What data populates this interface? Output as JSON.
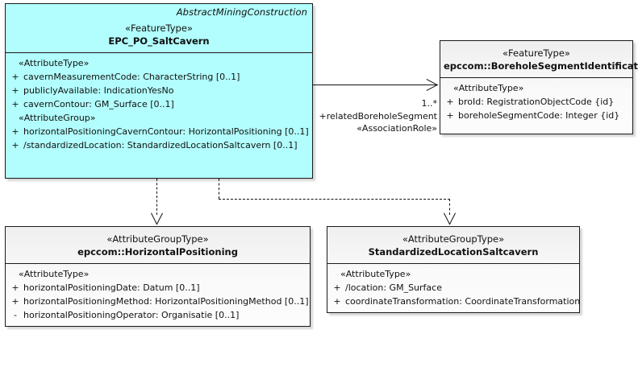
{
  "diagram": {
    "type": "uml-class-diagram",
    "background": "#ffffff",
    "accent_fill": "#b2fdfd",
    "neutral_fill": "#f7f7f7",
    "line_color": "#111111"
  },
  "classes": {
    "salt_cavern": {
      "package_label": "AbstractMiningConstruction",
      "stereotype": "«FeatureType»",
      "name": "EPC_PO_SaltCavern",
      "fill": "#b2fdfd",
      "groups": [
        {
          "label": "«AttributeType»",
          "attributes": [
            {
              "visibility": "+",
              "text": "cavernMeasurementCode: CharacterString [0..1]"
            },
            {
              "visibility": "+",
              "text": "publiclyAvailable: IndicationYesNo"
            },
            {
              "visibility": "+",
              "text": "cavernContour: GM_Surface [0..1]"
            }
          ]
        },
        {
          "label": "«AttributeGroup»",
          "attributes": [
            {
              "visibility": "+",
              "text": "horizontalPositioningCavernContour: HorizontalPositioning [0..1]"
            },
            {
              "visibility": "+",
              "text": "/standardizedLocation: StandardizedLocationSaltcavern [0..1]"
            }
          ]
        }
      ]
    },
    "borehole_segment_identification": {
      "stereotype": "«FeatureType»",
      "name": "epccom::BoreholeSegmentIdentification",
      "fill": "#f7f7f7",
      "groups": [
        {
          "label": "«AttributeType»",
          "attributes": [
            {
              "visibility": "+",
              "text": "broId: RegistrationObjectCode {id}"
            },
            {
              "visibility": "+",
              "text": "boreholeSegmentCode: Integer {id}"
            }
          ]
        }
      ]
    },
    "horizontal_positioning": {
      "stereotype": "«AttributeGroupType»",
      "name": "epccom::HorizontalPositioning",
      "fill": "#f7f7f7",
      "groups": [
        {
          "label": "«AttributeType»",
          "attributes": [
            {
              "visibility": "+",
              "text": "horizontalPositioningDate: Datum [0..1]"
            },
            {
              "visibility": "+",
              "text": "horizontalPositioningMethod: HorizontalPositioningMethod [0..1]"
            },
            {
              "visibility": "-",
              "text": "horizontalPositioningOperator: Organisatie [0..1]"
            }
          ]
        }
      ]
    },
    "standardized_location_saltcavern": {
      "stereotype": "«AttributeGroupType»",
      "name": "StandardizedLocationSaltcavern",
      "fill": "#f7f7f7",
      "groups": [
        {
          "label": "«AttributeType»",
          "attributes": [
            {
              "visibility": "+",
              "text": "/location: GM_Surface"
            },
            {
              "visibility": "+",
              "text": "coordinateTransformation: CoordinateTransformation"
            }
          ]
        }
      ]
    }
  },
  "connectors": {
    "association_borehole_segment": {
      "multiplicity": "1..*",
      "role_name": "+relatedBoreholeSegment",
      "stereotype": "«AssociationRole»",
      "style": "solid",
      "arrow": "open-right"
    },
    "dependency_horizontal_positioning": {
      "style": "dashed",
      "arrow": "open-down"
    },
    "dependency_standardized_location": {
      "style": "dashed",
      "arrow": "open-down"
    }
  }
}
